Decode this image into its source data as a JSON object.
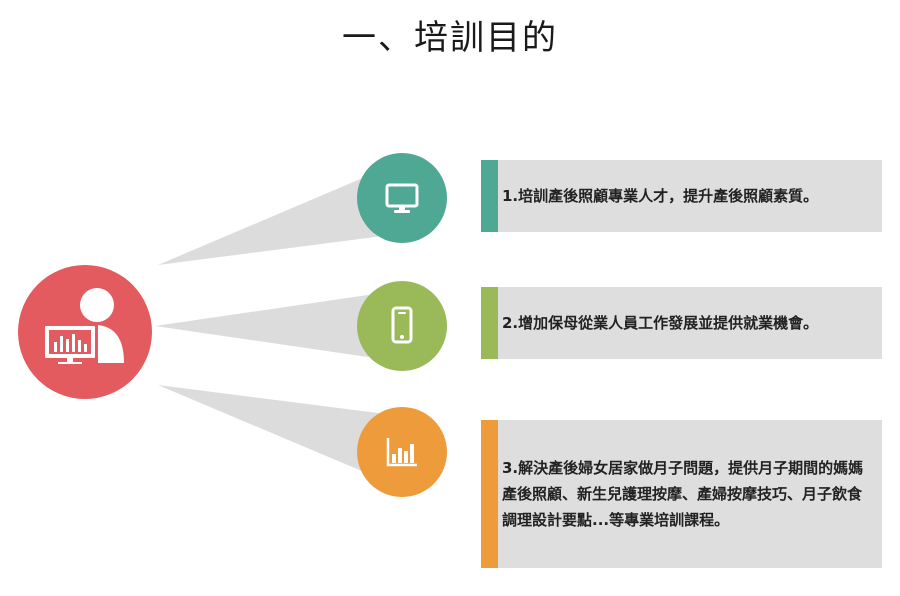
{
  "title": "一、培訓目的",
  "colors": {
    "hub": "#e35b5e",
    "goal_1": "#4fa894",
    "goal_2": "#9aba5a",
    "goal_3": "#ee9c3b",
    "beam": "#dcdcdc",
    "card": "#dedede"
  },
  "hub": {
    "icon": "user-with-monitor-icon"
  },
  "goals": [
    {
      "icon": "desktop-monitor-icon",
      "text": "1.培訓產後照顧專業人才，提升產後照顧素質。"
    },
    {
      "icon": "smartphone-icon",
      "text": "2.增加保母從業人員工作發展並提供就業機會。"
    },
    {
      "icon": "bar-chart-icon",
      "text": "3.解決產後婦女居家做月子問題，提供月子期間的媽媽產後照顧、新生兒護理按摩、產婦按摩技巧、月子飲食調理設計要點...等專業培訓課程。"
    }
  ]
}
